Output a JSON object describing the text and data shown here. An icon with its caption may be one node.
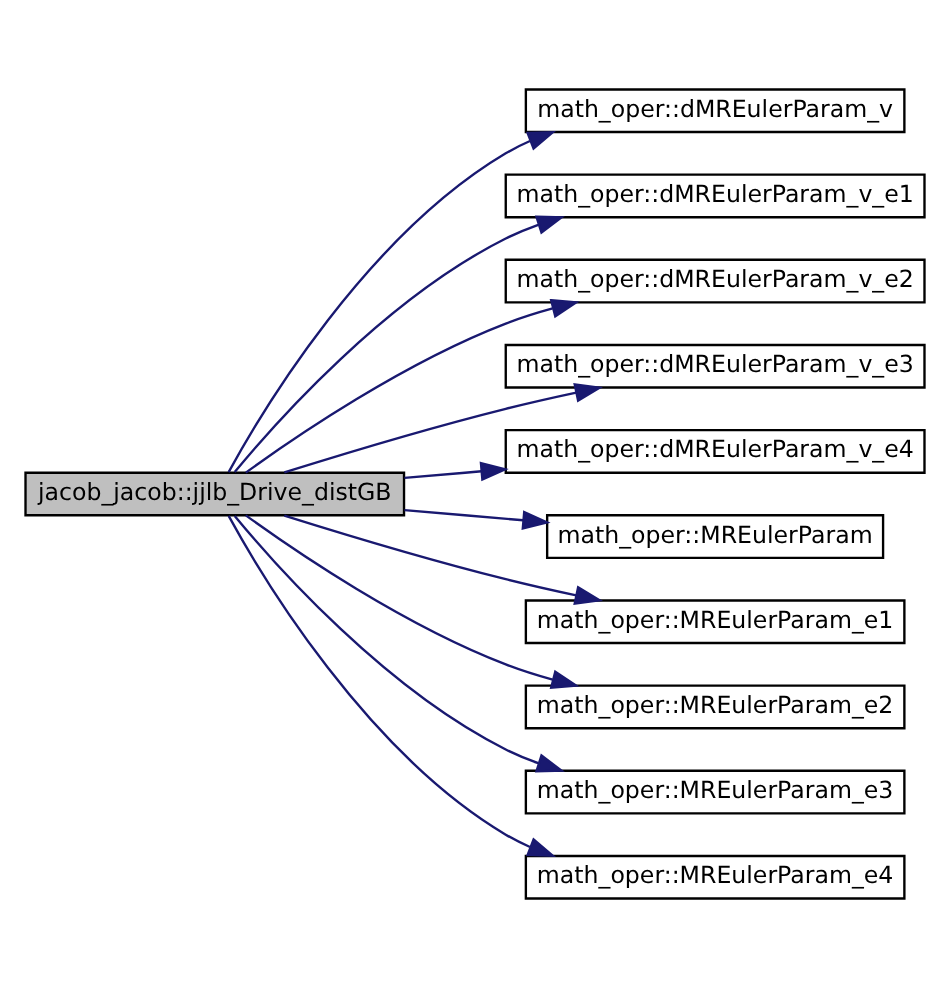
{
  "diagram": {
    "nodes": [
      {
        "text": [
          "jacob_jacob::jjlb_Drive_distGB"
        ]
      },
      {
        "text": [
          "math_oper::dMREulerParam_v"
        ]
      },
      {
        "text": [
          "math_oper::dMREulerParam_v_e1"
        ]
      },
      {
        "text": [
          "math_oper::dMREulerParam_v_e2"
        ]
      },
      {
        "text": [
          "math_oper::dMREulerParam_v_e3"
        ]
      },
      {
        "text": [
          "math_oper::dMREulerParam_v_e4"
        ]
      },
      {
        "text": [
          "math_oper::MREulerParam"
        ]
      },
      {
        "text": [
          "math_oper::MREulerParam_e1"
        ]
      },
      {
        "text": [
          "math_oper::MREulerParam_e2"
        ]
      },
      {
        "text": [
          "math_oper::MREulerParam_e3"
        ]
      },
      {
        "text": [
          "math_oper::MREulerParam_e4"
        ]
      }
    ],
    "edges": [
      {
        "from": 0,
        "to": 1,
        "arrow": "to"
      },
      {
        "from": 0,
        "to": 2,
        "arrow": "to"
      },
      {
        "from": 0,
        "to": 3,
        "arrow": "to"
      },
      {
        "from": 0,
        "to": 4,
        "arrow": "to"
      },
      {
        "from": 0,
        "to": 5,
        "arrow": "to"
      },
      {
        "from": 0,
        "to": 6,
        "arrow": "to"
      },
      {
        "from": 0,
        "to": 7,
        "arrow": "to"
      },
      {
        "from": 0,
        "to": 8,
        "arrow": "to"
      },
      {
        "from": 0,
        "to": 9,
        "arrow": "to"
      },
      {
        "from": 0,
        "to": 10,
        "arrow": "to"
      }
    ]
  }
}
